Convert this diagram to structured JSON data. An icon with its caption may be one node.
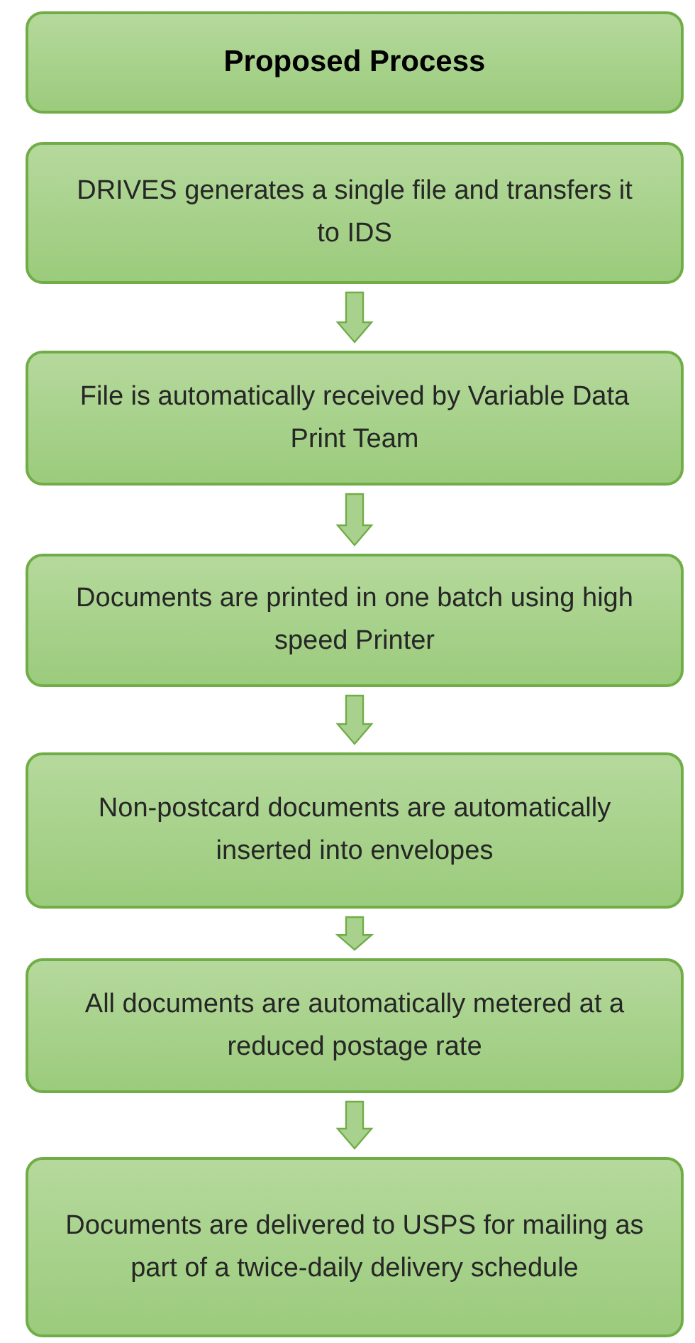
{
  "diagram": {
    "nodes": [
      {
        "text": [
          "Proposed Process"
        ]
      },
      {
        "text": [
          "DRIVES generates a single file and transfers it to IDS"
        ]
      },
      {
        "text": [
          "File is automatically received by Variable Data Print Team"
        ]
      },
      {
        "text": [
          "Documents are printed in one batch using high speed Printer"
        ]
      },
      {
        "text": [
          "Non-postcard documents are automatically inserted into envelopes"
        ]
      },
      {
        "text": [
          "All documents are automatically metered at a reduced postage rate"
        ]
      },
      {
        "text": [
          "Documents are delivered to USPS for mailing as part of a twice-daily delivery schedule"
        ]
      }
    ],
    "edges": [
      {
        "from": 1,
        "to": 2,
        "arrow": "to"
      },
      {
        "from": 2,
        "to": 3,
        "arrow": "to"
      },
      {
        "from": 3,
        "to": 4,
        "arrow": "to"
      },
      {
        "from": 4,
        "to": 5,
        "arrow": "to"
      },
      {
        "from": 5,
        "to": 6,
        "arrow": "to"
      }
    ]
  }
}
